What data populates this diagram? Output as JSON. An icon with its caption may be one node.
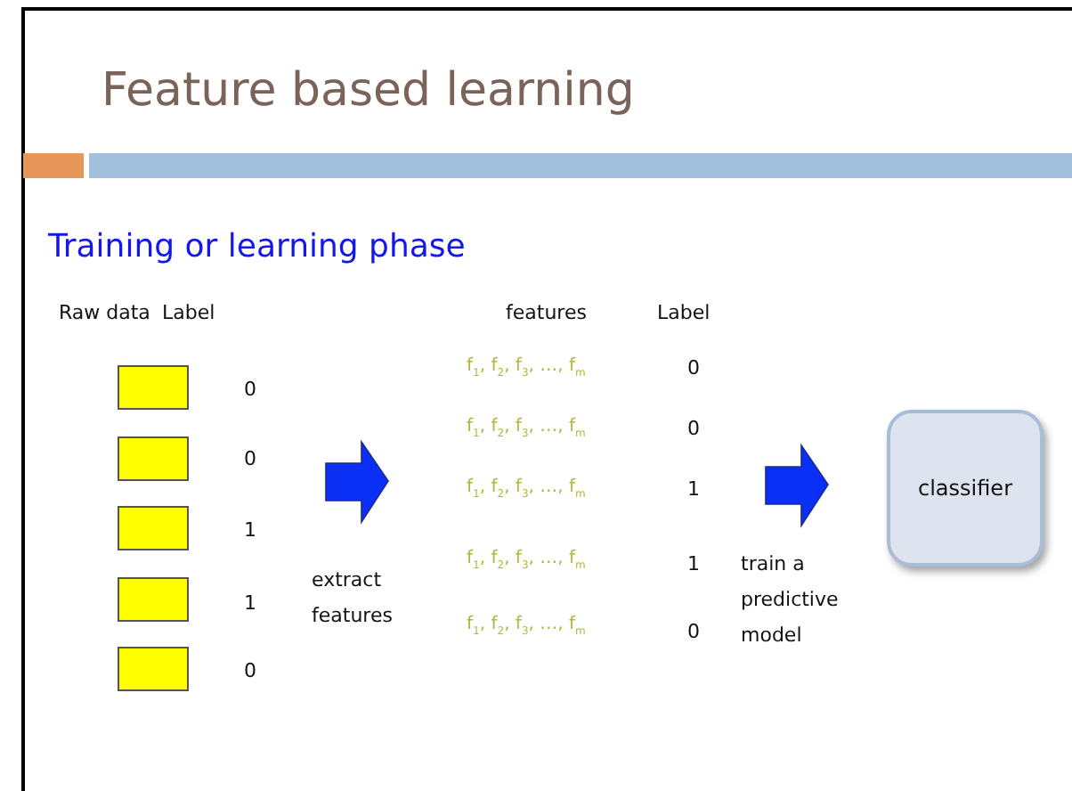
{
  "diagram": {
    "title": "Feature based learning",
    "nodes": [
      {
        "text": [],
        "shape": "box"
      },
      {
        "text": [],
        "shape": "box"
      },
      {
        "text": [],
        "shape": "box"
      },
      {
        "text": [],
        "shape": "box"
      },
      {
        "text": [],
        "shape": "box"
      },
      {
        "text": [
          "classifier"
        ]
      }
    ],
    "labels": [
      "Training or learning phase",
      "Raw data",
      "Label",
      "features",
      "Label",
      "0",
      "0",
      "1",
      "1",
      "0",
      "f$_{1}$, f$_{2}$, f$_{3}$, …, f$_{m}$",
      "0",
      "f$_{1}$, f$_{2}$, f$_{3}$, …, f$_{m}$",
      "0",
      "f$_{1}$, f$_{2}$, f$_{3}$, …, f$_{m}$",
      "1",
      "f$_{1}$, f$_{2}$, f$_{3}$, …, f$_{m}$",
      "1",
      "f$_{1}$, f$_{2}$, f$_{3}$, …, f$_{m}$",
      "0",
      "extract features",
      "train a predictive model"
    ]
  }
}
